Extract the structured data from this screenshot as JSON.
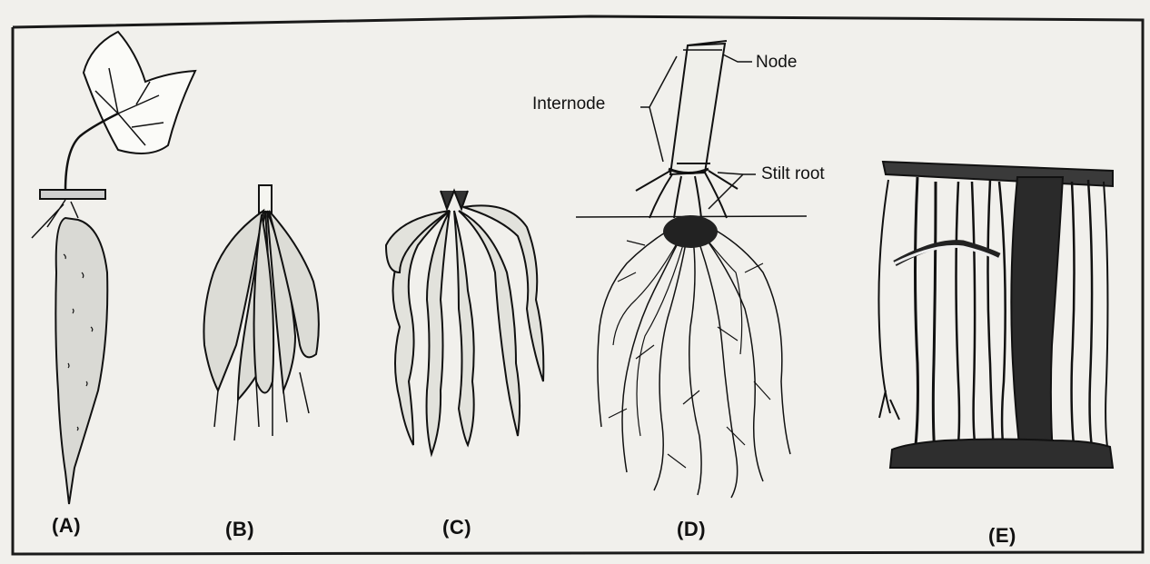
{
  "figures": [
    {
      "id": "A",
      "label": "(A)"
    },
    {
      "id": "B",
      "label": "(B)"
    },
    {
      "id": "C",
      "label": "(C)"
    },
    {
      "id": "D",
      "label": "(D)"
    },
    {
      "id": "E",
      "label": "(E)"
    }
  ],
  "annotations": {
    "node": "Node",
    "internode": "Internode",
    "stilt_root": "Stilt root"
  },
  "colors": {
    "ink": "#111111",
    "paper": "#f1f0ec",
    "frame": "#1a1a1a"
  }
}
